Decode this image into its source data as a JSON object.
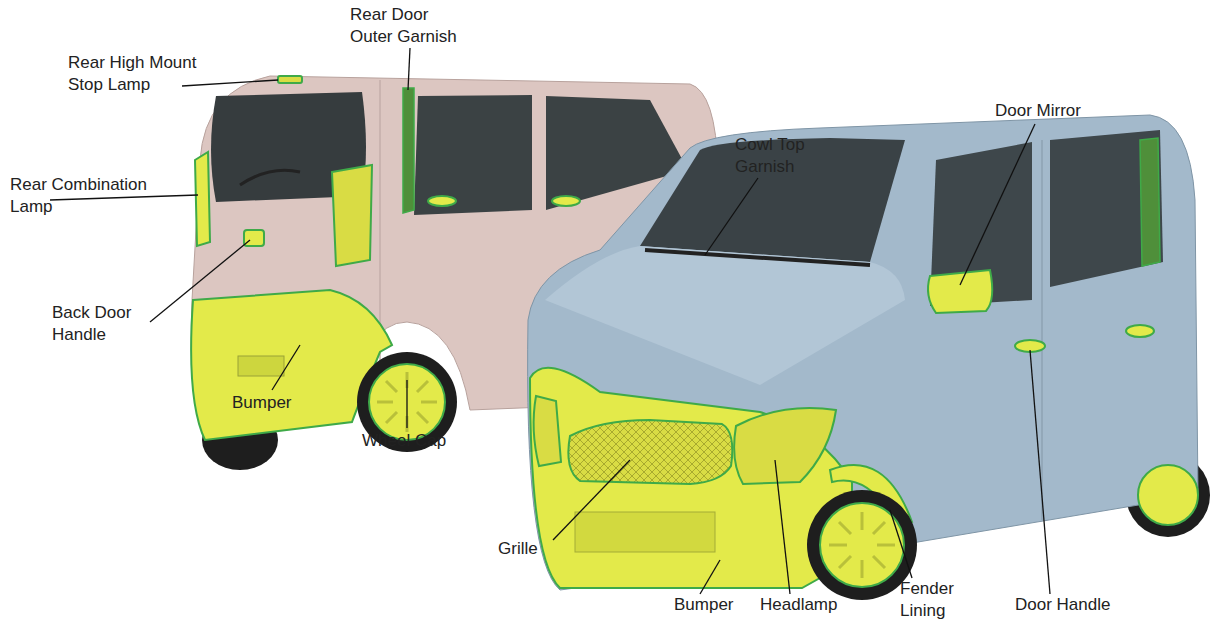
{
  "diagram": {
    "labels": [
      "Rear High Mount Stop Lamp",
      "Rear Door Outer Garnish",
      "Rear Combination Lamp",
      "Back Door Handle",
      "Bumper",
      "Wheel Cap",
      "Cowl Top Garnish",
      "Door Mirror",
      "Grille",
      "Bumper",
      "Headlamp",
      "Fender Lining",
      "Door Handle"
    ]
  }
}
